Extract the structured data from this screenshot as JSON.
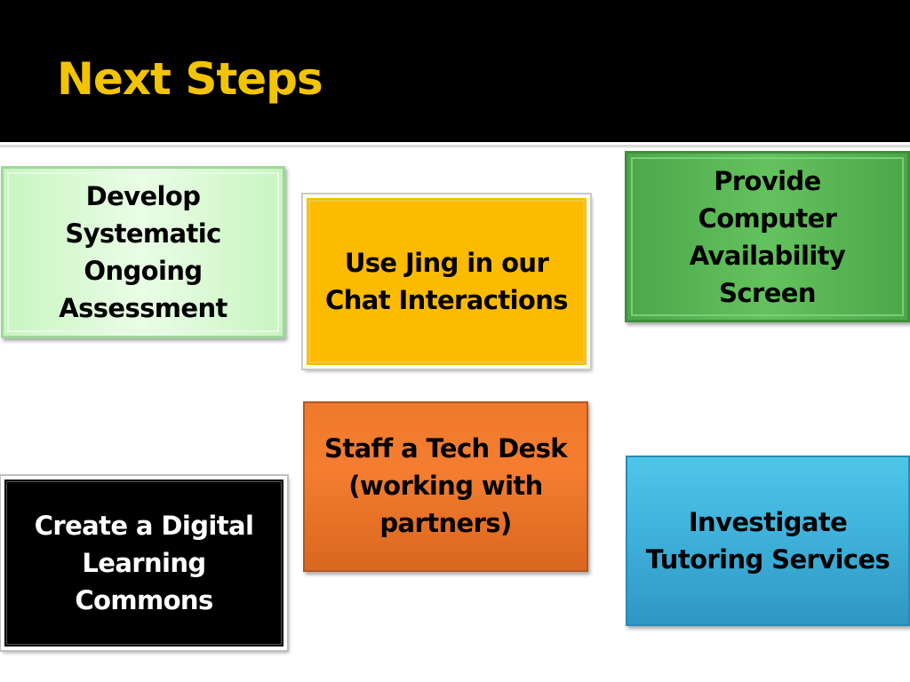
{
  "slide": {
    "title": "Next Steps",
    "boxes": {
      "assessment": {
        "lines": [
          "Develop",
          "Systematic",
          "Ongoing",
          "Assessment"
        ]
      },
      "jing": {
        "lines": [
          "Use Jing in our",
          "Chat Interactions"
        ]
      },
      "computer_availability": {
        "lines": [
          "Provide",
          "Computer",
          "Availability",
          "Screen"
        ]
      },
      "tech_desk": {
        "lines": [
          "Staff a Tech Desk",
          "(working with",
          "partners)"
        ]
      },
      "learning_commons": {
        "lines": [
          "Create a Digital",
          "Learning",
          "Commons"
        ]
      },
      "tutoring": {
        "lines": [
          "Investigate",
          "Tutoring Services"
        ]
      }
    }
  },
  "colors": {
    "title_bar": "#000000",
    "title_text": "#f2c400",
    "assessment_fill": "#d9f9d3",
    "jing_fill": "#fdbb00",
    "computer_availability_fill": "#58b553",
    "tech_desk_fill": "#f07a2c",
    "learning_commons_fill": "#000000",
    "tutoring_fill": "#3fb2db"
  }
}
